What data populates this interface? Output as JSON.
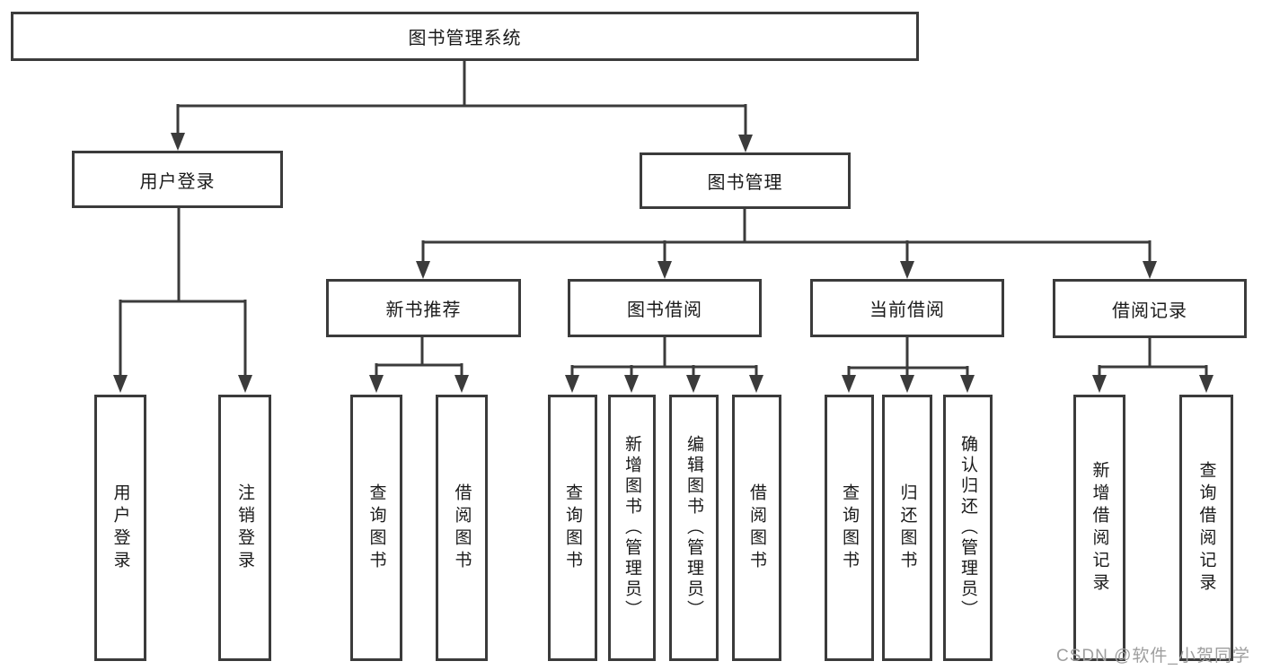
{
  "diagram": {
    "title": "图书管理系统",
    "type": "hierarchy-tree",
    "watermark": "CSDN @软件_小贺同学",
    "colors": {
      "line": "#3b3b3b",
      "text": "#1a1a1a",
      "watermark": "#9e9e9e",
      "background": "#ffffff"
    }
  },
  "nodes": {
    "root": {
      "label": "图书管理系统"
    },
    "user_login": {
      "label": "用户登录"
    },
    "book_management": {
      "label": "图书管理"
    },
    "new_book_recommend": {
      "label": "新书推荐"
    },
    "book_borrow": {
      "label": "图书借阅"
    },
    "current_borrow": {
      "label": "当前借阅"
    },
    "borrow_records": {
      "label": "借阅记录"
    },
    "leaf_user_login": {
      "label": "用户登录"
    },
    "leaf_logout": {
      "label": "注销登录"
    },
    "leaf_nbr_query_books": {
      "label": "查询图书"
    },
    "leaf_nbr_borrow_books": {
      "label": "借阅图书"
    },
    "leaf_bb_query_books": {
      "label": "查询图书"
    },
    "leaf_bb_add_books": {
      "label": "新增图书（管理员）"
    },
    "leaf_bb_edit_books": {
      "label": "编辑图书（管理员）"
    },
    "leaf_bb_borrow_books": {
      "label": "借阅图书"
    },
    "leaf_cb_query_books": {
      "label": "查询图书"
    },
    "leaf_cb_return_books": {
      "label": "归还图书"
    },
    "leaf_cb_confirm_return": {
      "label": "确认归还（管理员）"
    },
    "leaf_br_add_record": {
      "label": "新增借阅记录"
    },
    "leaf_br_query_record": {
      "label": "查询借阅记录"
    }
  },
  "hierarchy": {
    "root": [
      "user_login",
      "book_management"
    ],
    "user_login": [
      "leaf_user_login",
      "leaf_logout"
    ],
    "book_management": [
      "new_book_recommend",
      "book_borrow",
      "current_borrow",
      "borrow_records"
    ],
    "new_book_recommend": [
      "leaf_nbr_query_books",
      "leaf_nbr_borrow_books"
    ],
    "book_borrow": [
      "leaf_bb_query_books",
      "leaf_bb_add_books",
      "leaf_bb_edit_books",
      "leaf_bb_borrow_books"
    ],
    "current_borrow": [
      "leaf_cb_query_books",
      "leaf_cb_return_books",
      "leaf_cb_confirm_return"
    ],
    "borrow_records": [
      "leaf_br_add_record",
      "leaf_br_query_record"
    ]
  }
}
